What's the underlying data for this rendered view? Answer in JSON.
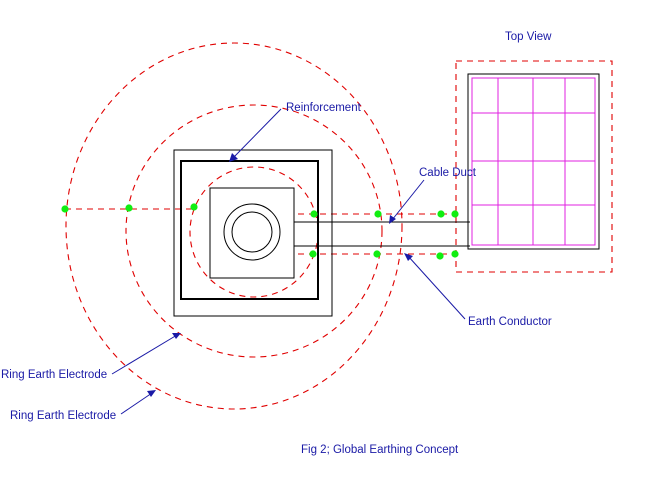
{
  "labels": {
    "top_view": "Top View",
    "reinforcement": "Reinforcement",
    "cable_duct": "Cable Duct",
    "earth_conductor": "Earth Conductor",
    "ring_earth_electrode_inner": "Ring Earth Electrode",
    "ring_earth_electrode_outer": "Ring Earth Electrode",
    "caption": "Fig 2; Global Earthing Concept"
  },
  "colors": {
    "line": "#000000",
    "ring_dash": "#e00000",
    "label_text": "#1a1aa6",
    "leader": "#1a1aa6",
    "panel_grid": "#e020e0",
    "node": "#11ee11"
  }
}
